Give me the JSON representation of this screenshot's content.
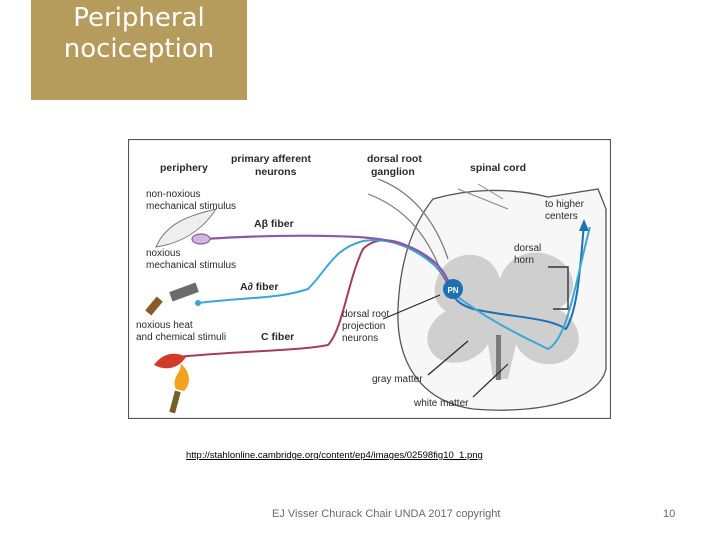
{
  "slide": {
    "title_line1": "Peripheral",
    "title_line2": "nociception",
    "source_url": "http://stahlonline.cambridge.org/content/ep4/images/02598fig10_1.png",
    "footer_text": "EJ Visser Churack Chair UNDA 2017 copyright",
    "page_number": "10"
  },
  "figure": {
    "col_periphery": "periphery",
    "col_primary_l1": "primary afferent",
    "col_primary_l2": "neurons",
    "col_drg_l1": "dorsal root",
    "col_drg_l2": "ganglion",
    "col_spinal": "spinal cord",
    "stim_nonnox_l1": "non-noxious",
    "stim_nonnox_l2": "mechanical stimulus",
    "stim_nox_l1": "noxious",
    "stim_nox_l2": "mechanical stimulus",
    "stim_heat_l1": "noxious heat",
    "stim_heat_l2": "and chemical stimuli",
    "fiber_ab": "Aβ fiber",
    "fiber_ad": "A∂ fiber",
    "fiber_c": "C fiber",
    "drg_neurons_l1": "dorsal root",
    "drg_neurons_l2": "projection",
    "drg_neurons_l3": "neurons",
    "higher_l1": "to higher",
    "higher_l2": "centers",
    "dorsal_horn_l1": "dorsal",
    "dorsal_horn_l2": "horn",
    "pn_label": "PN",
    "gray_matter": "gray matter",
    "white_matter": "white matter",
    "colors": {
      "ab_fiber": "#8a5aa8",
      "ad_fiber": "#3aa7d6",
      "c_fiber": "#a83c5c",
      "pn_neuron": "#1f6fb3",
      "gray_matter": "#cfcfcf"
    }
  }
}
